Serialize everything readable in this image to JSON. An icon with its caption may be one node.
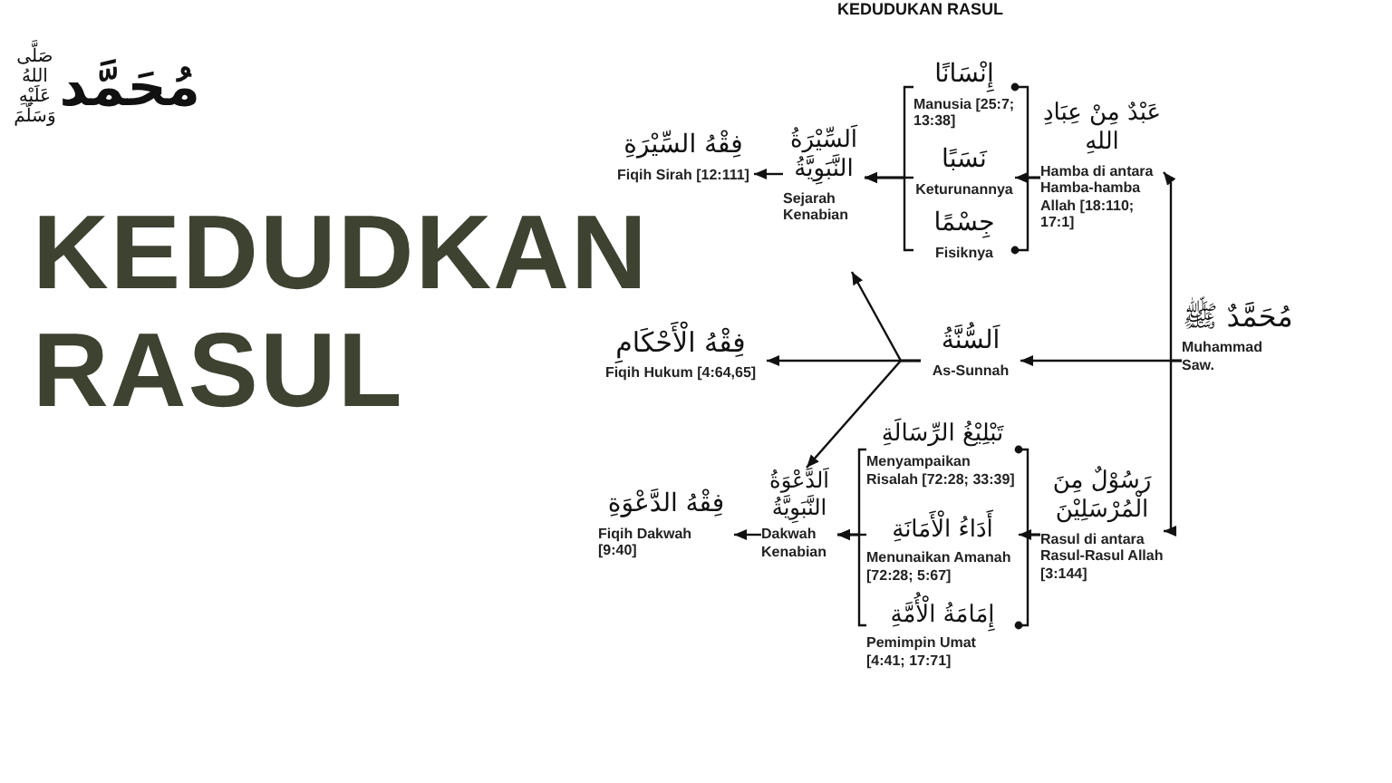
{
  "diagram": {
    "title": "KEDUDKAN RASUL",
    "nodes": [
      {
        "text": [
          "مُحَمَّدٌ ﷺ",
          "Muhammad Saw."
        ]
      },
      {
        "text": [
          "عَبْدٌ مِنْ عِبَادِ اللهِ",
          "Hamba di antara Hamba-hamba Allah [18:110; 17:1]"
        ]
      },
      {
        "text": [
          "إِنْسَانًا",
          "Manusia [25:7; 13:38]"
        ]
      },
      {
        "text": [
          "نَسَبًا",
          "Keturunannya"
        ]
      },
      {
        "text": [
          "جِسْمًا",
          "Fisiknya"
        ]
      },
      {
        "text": [
          "اَلسِّيْرَةُ النَّبَوِيَّةُ",
          "Sejarah Kenabian"
        ]
      },
      {
        "text": [
          "فِقْهُ السِّيْرَةِ",
          "Fiqih Sirah [12:111]"
        ]
      },
      {
        "text": [
          "اَلسُّنَّةُ",
          "As-Sunnah"
        ]
      },
      {
        "text": [
          "فِقْهُ الْأَحْكَامِ",
          "Fiqih Hukum [4:64,65]"
        ]
      },
      {
        "text": [
          "رَسُوْلٌ مِنَ الْمُرْسَلِيْنَ",
          "Rasul di antara Rasul-Rasul Allah [3:144]"
        ]
      },
      {
        "text": [
          "تَبْلِيْغُ الرِّسَالَةِ",
          "Menyampaikan Risalah [72:28; 33:39]"
        ]
      },
      {
        "text": [
          "أَدَاءُ الْأَمَانَةِ",
          "Menunaikan Amanah [72:28; 5:67]"
        ]
      },
      {
        "text": [
          "إِمَامَةُ الْأُمَّةِ",
          "Pemimpin Umat [4:41; 17:71]"
        ]
      },
      {
        "text": [
          "اَلدَّعْوَةُ النَّبَوِيَّةُ",
          "Dakwah Kenabian"
        ]
      },
      {
        "text": [
          "فِقْهُ الدَّعْوَةِ",
          "Fiqih Dakwah [9:40]"
        ]
      }
    ],
    "edges": [
      {
        "from": 0,
        "to": 1,
        "arrow": "to"
      },
      {
        "from": 0,
        "to": 9,
        "arrow": "to"
      },
      {
        "from": 0,
        "to": 7,
        "arrow": "to"
      },
      {
        "from": 1,
        "to": 2,
        "arrow": "other"
      },
      {
        "from": 1,
        "to": 3,
        "arrow": "to"
      },
      {
        "from": 1,
        "to": 4,
        "arrow": "other"
      },
      {
        "from": 2,
        "to": 5,
        "arrow": "to"
      },
      {
        "from": 3,
        "to": 5,
        "arrow": "to"
      },
      {
        "from": 4,
        "to": 5,
        "arrow": "to"
      },
      {
        "from": 5,
        "to": 6,
        "arrow": "to"
      },
      {
        "from": 7,
        "to": 5,
        "arrow": "to"
      },
      {
        "from": 7,
        "to": 8,
        "arrow": "to"
      },
      {
        "from": 7,
        "to": 13,
        "arrow": "to"
      },
      {
        "from": 9,
        "to": 10,
        "arrow": "other"
      },
      {
        "from": 9,
        "to": 11,
        "arrow": "to"
      },
      {
        "from": 9,
        "to": 12,
        "arrow": "other"
      },
      {
        "from": 10,
        "to": 13,
        "arrow": "to"
      },
      {
        "from": 11,
        "to": 13,
        "arrow": "to"
      },
      {
        "from": 12,
        "to": 13,
        "arrow": "to"
      },
      {
        "from": 13,
        "to": 14,
        "arrow": "to"
      }
    ],
    "labels": [
      "KEDUDUKAN RASUL",
      "مُحَمَّد",
      "صَلَّى اللهُ عَلَيْهِ وَسَلَّمَ"
    ]
  }
}
